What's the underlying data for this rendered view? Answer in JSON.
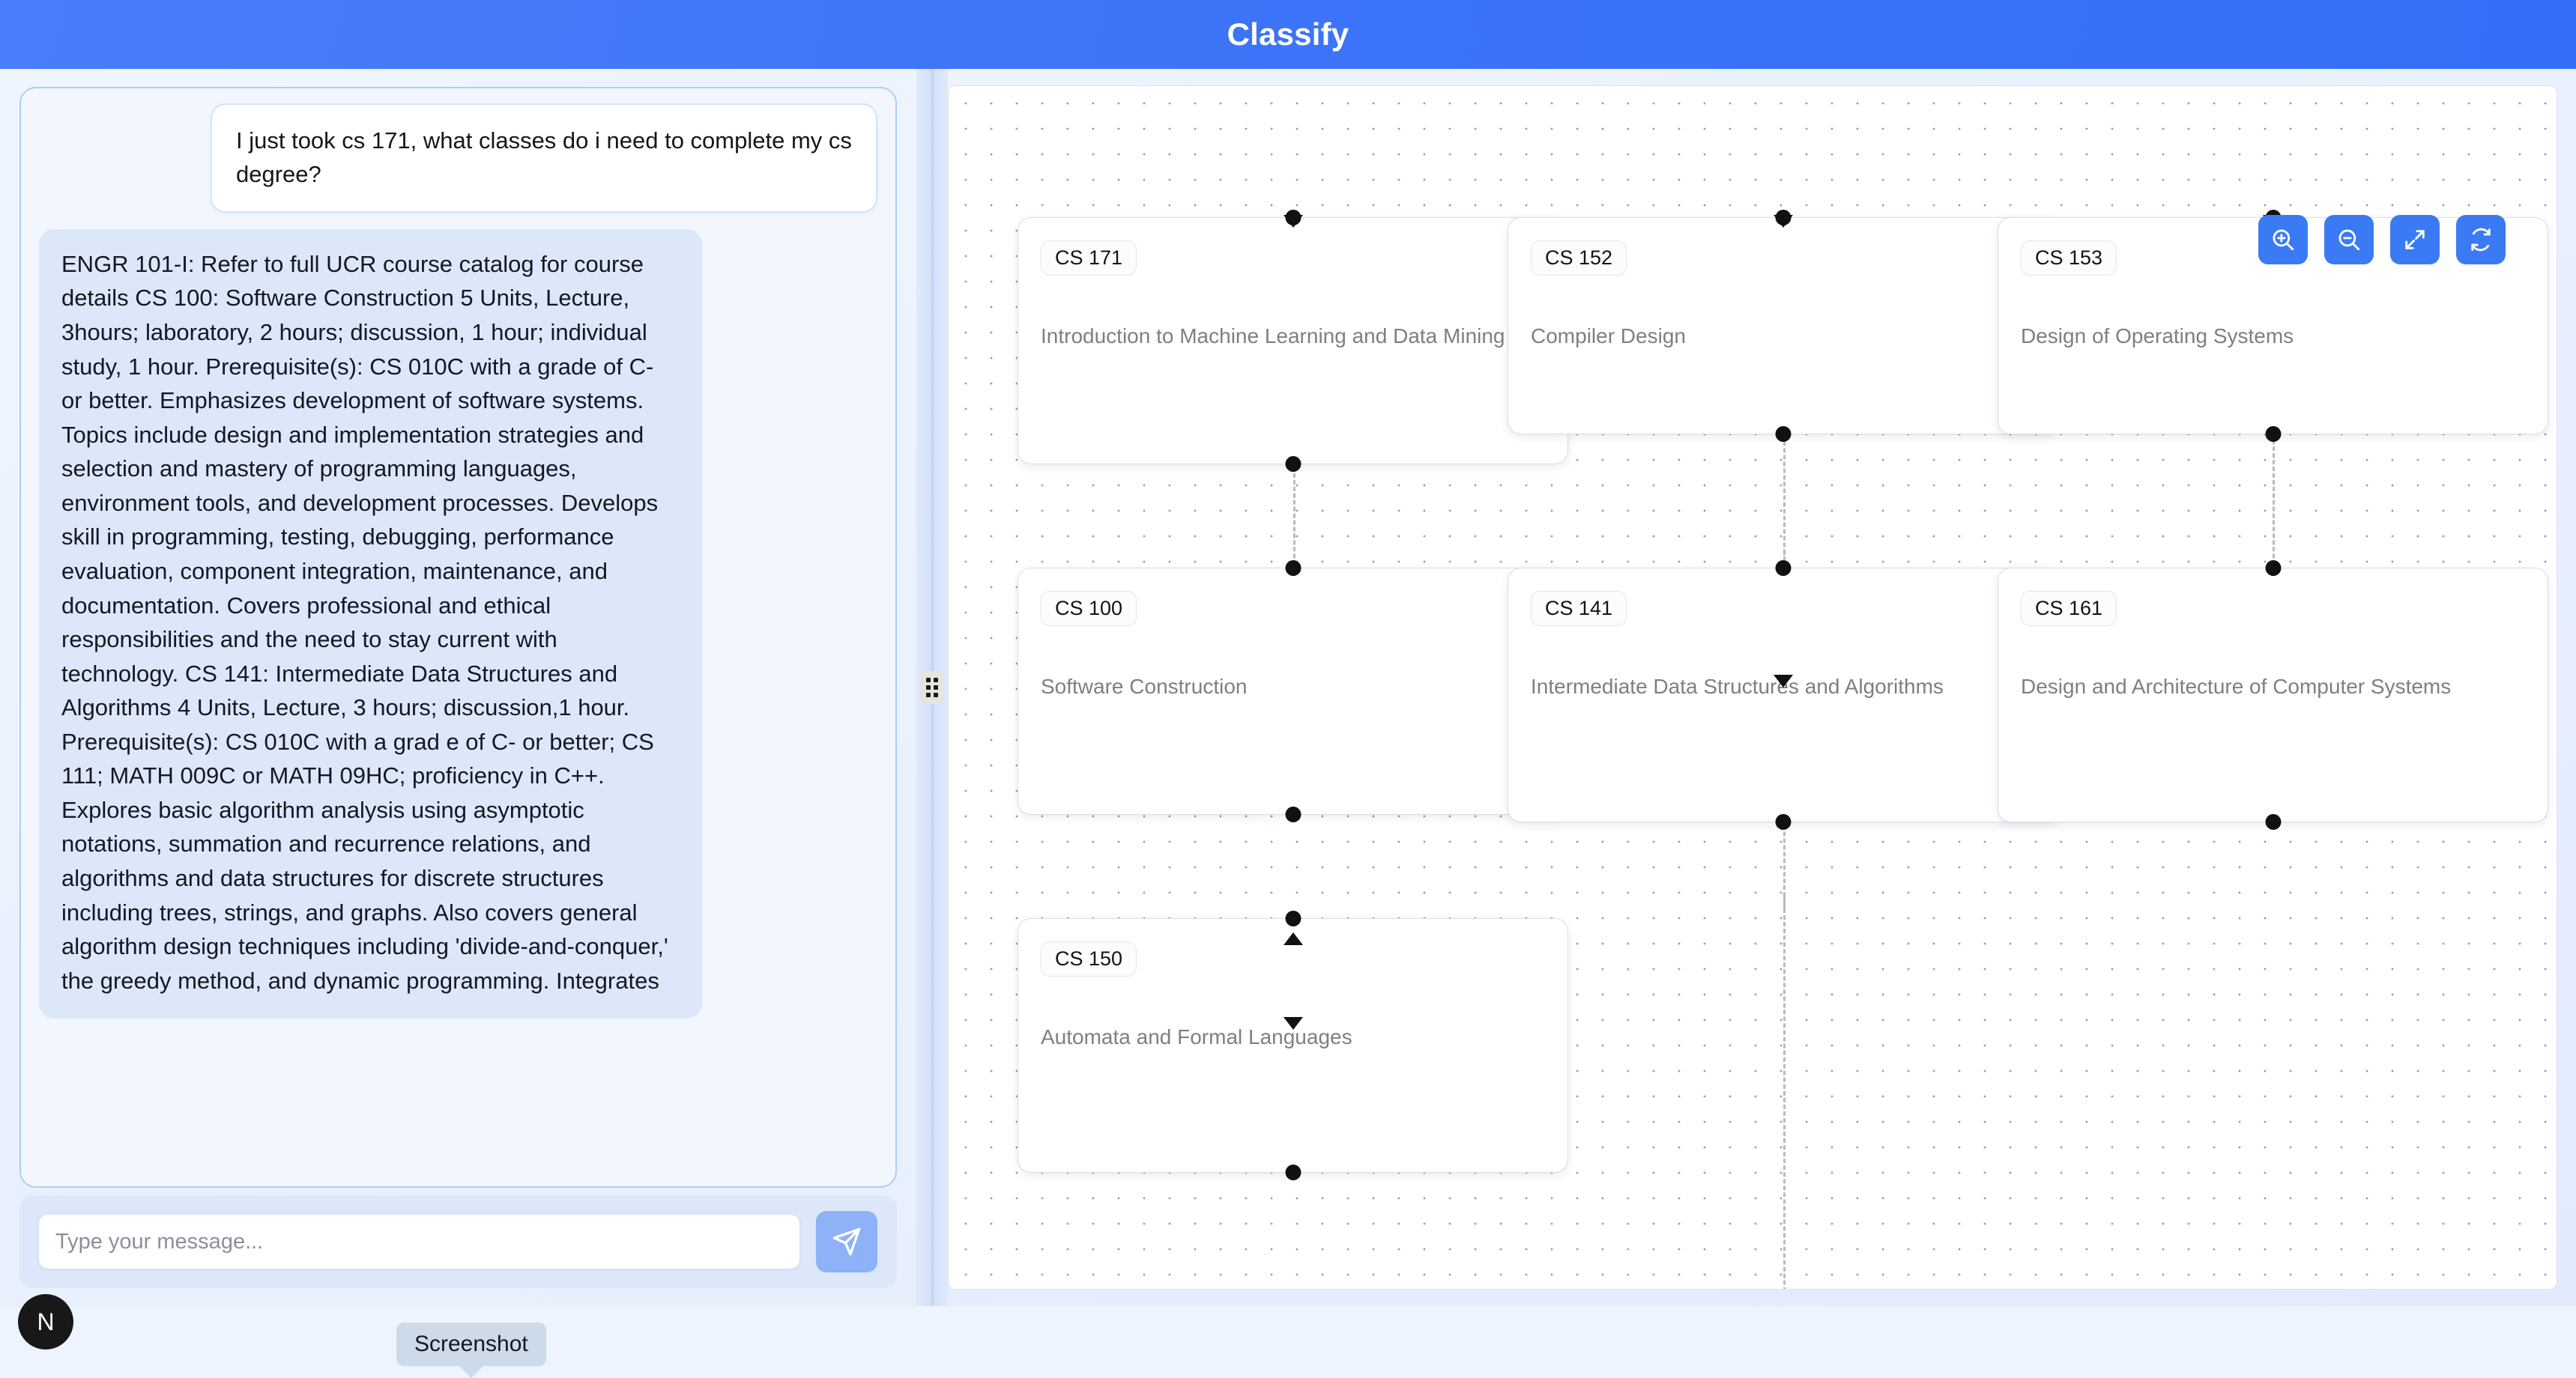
{
  "header": {
    "title": "Classify"
  },
  "chat": {
    "user_message": "I just took cs 171, what classes do i need to complete my cs degree?",
    "bot_message": "ENGR 101-I: Refer to full UCR course catalog for course details\nCS 100: Software Construction 5 Units, Lecture, 3hours; laboratory, 2 hours; discussion, 1 hour; individual study, 1 hour. Prerequisite(s): CS 010C with a grade of C- or better. Emphasizes development of software systems. Topics include design and implementation strategies and selection and mastery of programming languages, environment tools, and development processes. Develops skill in programming, testing, debugging, performance evaluation, component integration, maintenance, and documentation. Covers professional and ethical responsibilities and the need to stay current with technology.\nCS 141: Intermediate Data Structures and Algorithms 4 Units, Lecture, 3 hours; discussion,1 hour. Prerequisite(s): CS 010C with a grad e of C- or better; CS 111; MATH 009C or MATH 09HC; proficiency in C++. Explores basic algorithm analysis using asymptotic notations, summation and recurrence relations, and algorithms and data structures for discrete structures including trees, strings, and graphs. Also covers general algorithm design techniques including 'divide-and-conquer,' the greedy method, and dynamic programming. Integrates"
  },
  "composer": {
    "placeholder": "Type your message...",
    "value": "",
    "send_label": "send-icon"
  },
  "avatar": {
    "initial": "N"
  },
  "tooltip": {
    "text": "Screenshot"
  },
  "toolbar": {
    "buttons": [
      {
        "name": "zoom-in-icon",
        "label": "Zoom In"
      },
      {
        "name": "zoom-out-icon",
        "label": "Zoom Out"
      },
      {
        "name": "fit-view-icon",
        "label": "Fit View"
      },
      {
        "name": "reset-icon",
        "label": "Reset"
      }
    ],
    "accent_color": "#3b7af5"
  },
  "graph": {
    "nodes": [
      {
        "code": "CS 171",
        "title": "Introduction to Machine Learning and Data Mining"
      },
      {
        "code": "CS 152",
        "title": "Compiler Design"
      },
      {
        "code": "CS 153",
        "title": "Design of Operating Systems"
      },
      {
        "code": "CS 100",
        "title": "Software Construction"
      },
      {
        "code": "CS 141",
        "title": "Intermediate Data Structures and Algorithms"
      },
      {
        "code": "CS 161",
        "title": "Design and Architecture of Computer Systems"
      },
      {
        "code": "CS 150",
        "title": "Automata and Formal Languages"
      }
    ]
  }
}
